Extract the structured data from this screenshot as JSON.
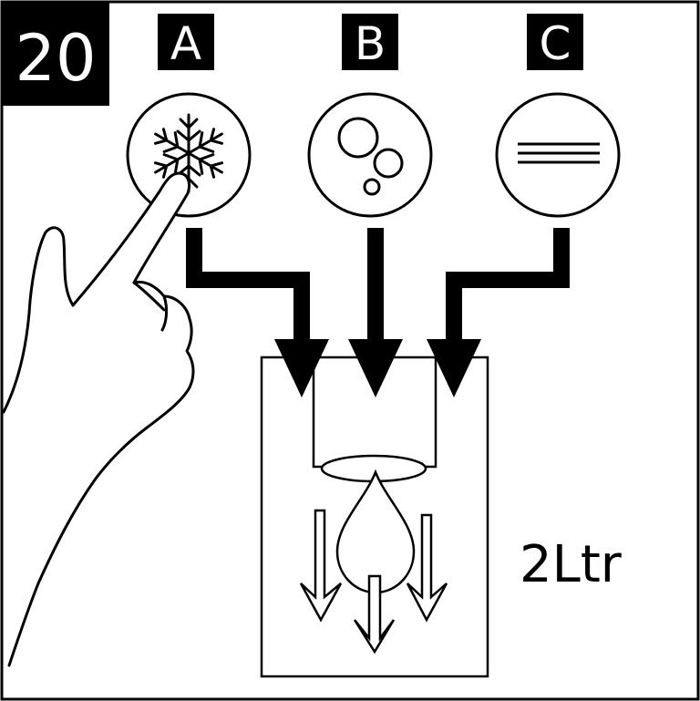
{
  "step": {
    "number": "20"
  },
  "options": [
    {
      "letter": "A",
      "symbol": "snowflake-icon"
    },
    {
      "letter": "B",
      "symbol": "bubbles-icon"
    },
    {
      "letter": "C",
      "symbol": "still-water-lines-icon"
    }
  ],
  "volume_label": "2Ltr",
  "colors": {
    "ink": "#000000",
    "paper": "#ffffff"
  }
}
